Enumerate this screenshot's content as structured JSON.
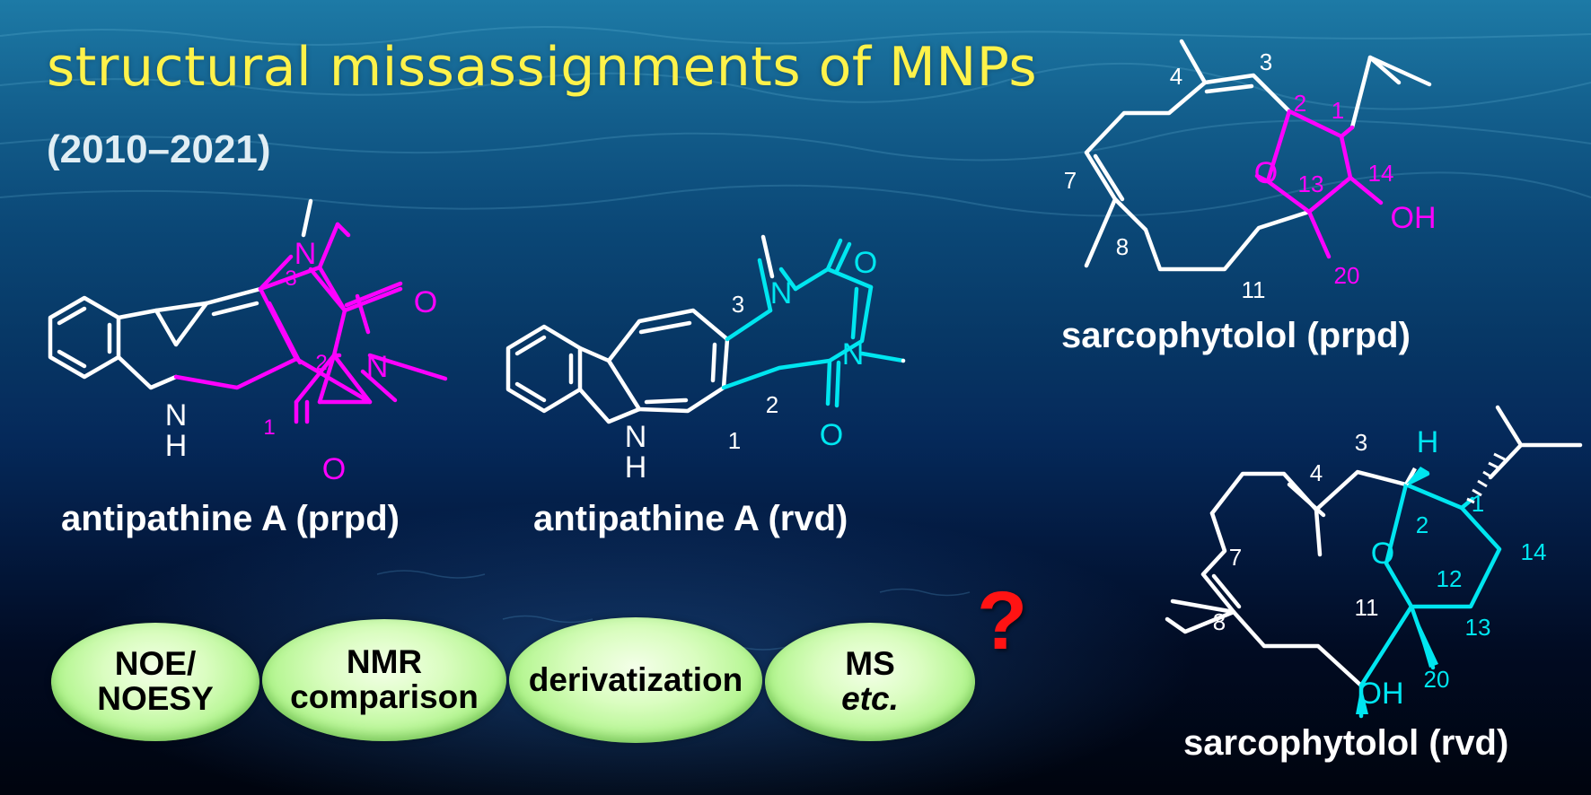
{
  "title": "structural missassignments of MNPs",
  "subtitle": "(2010–2021)",
  "colors": {
    "title": "#fff24a",
    "highlight_proposed": "#ff00ff",
    "highlight_revised": "#00e6f0",
    "bond": "#ffffff",
    "question_mark": "#ff1313",
    "pill_fill": "#c6f7a8"
  },
  "molecules": {
    "antipathine_prpd": {
      "caption": "antipathine A (prpd)",
      "atoms": {
        "n_top": "N",
        "n_mid": "N",
        "o_top": "O",
        "o_bottom": "O",
        "nh_n": "N",
        "nh_h": "H"
      },
      "locants": {
        "c3": "3",
        "c2": "2",
        "c1": "1"
      }
    },
    "antipathine_rvd": {
      "caption": "antipathine A (rvd)",
      "atoms": {
        "n_top": "N",
        "n_mid": "N",
        "o_top": "O",
        "o_bottom": "O",
        "nh_n": "N",
        "nh_h": "H"
      },
      "locants": {
        "c3": "3",
        "c2": "2",
        "c1": "1"
      }
    },
    "sarcophytolol_prpd": {
      "caption": "sarcophytolol (prpd)",
      "atoms": {
        "o_ring": "O",
        "oh": "OH"
      },
      "locants": {
        "c4": "4",
        "c3": "3",
        "c2": "2",
        "c1": "1",
        "c7": "7",
        "c13": "13",
        "c14": "14",
        "c8": "8",
        "c20": "20",
        "c11": "11"
      }
    },
    "sarcophytolol_rvd": {
      "caption": "sarcophytolol (rvd)",
      "atoms": {
        "h": "H",
        "o_ring": "O",
        "oh": "OH"
      },
      "locants": {
        "c3": "3",
        "c4": "4",
        "c1": "1",
        "c2": "2",
        "c14": "14",
        "c7": "7",
        "c12": "12",
        "c8": "8",
        "c11": "11",
        "c13": "13",
        "c20": "20"
      }
    }
  },
  "methods": {
    "noe": [
      "NOE/",
      "NOESY"
    ],
    "nmr": [
      "NMR",
      "comparison"
    ],
    "derivatization": [
      "derivatization"
    ],
    "ms": [
      "MS",
      "etc."
    ]
  },
  "question_mark": "?"
}
